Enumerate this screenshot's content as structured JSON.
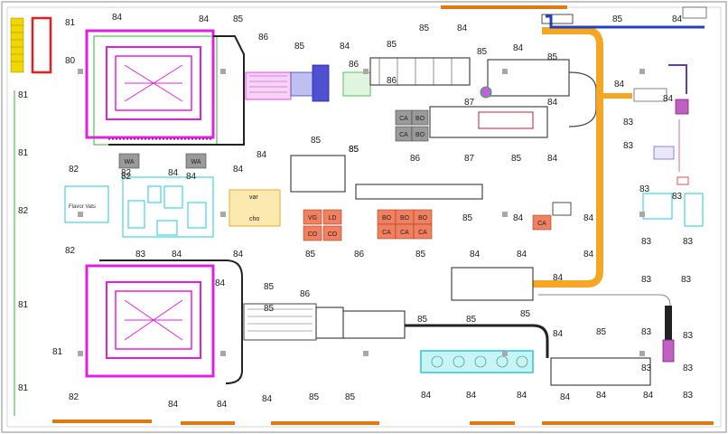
{
  "colors": {
    "magenta": "#e020e0",
    "orange": "#f5a623",
    "blue_line": "#2040c0",
    "green": "#2cb82c",
    "cyan": "#22c8d8",
    "box_fill": "#f08060",
    "gray_box": "#9a9a9a",
    "red_box": "#e02020"
  },
  "zone_labels": [
    "81",
    "84",
    "84",
    "85",
    "86",
    "84",
    "85",
    "85",
    "84",
    "85",
    "80",
    "81",
    "84",
    "85",
    "86",
    "84",
    "85",
    "87",
    "85",
    "84",
    "84",
    "83",
    "84",
    "81",
    "82",
    "82",
    "84",
    "86",
    "85",
    "87",
    "85",
    "84",
    "83",
    "82",
    "82",
    "85",
    "86",
    "85",
    "84",
    "83",
    "83",
    "81",
    "82",
    "83",
    "84",
    "85",
    "84",
    "84",
    "83",
    "83",
    "85",
    "86",
    "85",
    "85",
    "85",
    "85",
    "85",
    "84",
    "84",
    "84",
    "83",
    "84",
    "83",
    "86",
    "81",
    "84",
    "85",
    "84",
    "81",
    "83",
    "84",
    "84",
    "83",
    "82",
    "85",
    "85",
    "84",
    "84",
    "84",
    "84",
    "84",
    "84",
    "84",
    "83",
    "84",
    "84",
    "83",
    "85",
    "83",
    "84"
  ],
  "equipment_labels": {
    "wa1": "WA",
    "wa2": "WA",
    "ca1": "CA",
    "bo1": "BO",
    "ca2": "CA",
    "bo2": "BO",
    "flavor_vats": "Flavor Vats",
    "var": "var",
    "cho": "cho",
    "vg": "VG",
    "ld": "LD",
    "co1": "CO",
    "co2": "CO",
    "bo3": "BO",
    "bo4": "BO",
    "bo5": "BO",
    "ca3": "CA",
    "ca4": "CA",
    "ca5": "CA",
    "ca6": "CA"
  }
}
